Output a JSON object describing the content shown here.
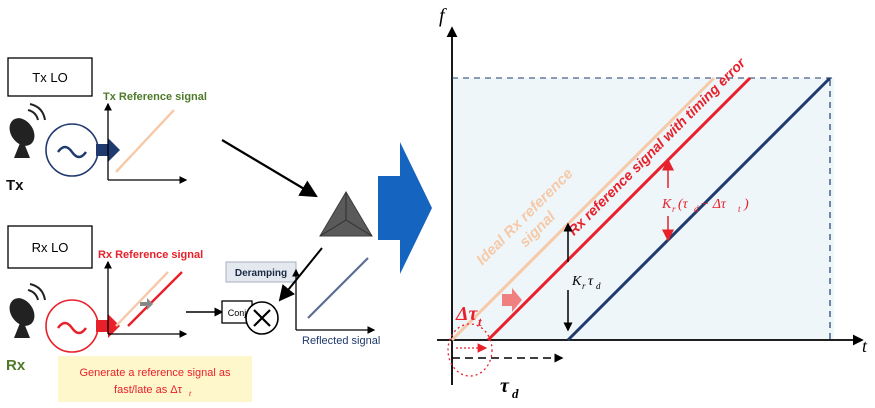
{
  "left": {
    "tx_lo": "Tx LO",
    "tx_ref": "Tx Reference signal",
    "tx_label": "Tx",
    "rx_lo": "Rx LO",
    "rx_ref": "Rx Reference signal",
    "rx_label": "Rx",
    "deramping": "Deramping",
    "conj": "Conj",
    "reflected": "Reflected signal",
    "note_line1": "Generate a reference signal as",
    "note_line2": "fast/late as Δτ",
    "note_sub": "t"
  },
  "right": {
    "axis_f": "f",
    "axis_t": "t",
    "ideal_line1": "Ideal Rx reference",
    "ideal_line2": "signal",
    "rx_error": "Rx reference signal with timing error",
    "delta_tau_t": "Δτ",
    "delta_tau_t_sub": "t",
    "tau_d": "τ",
    "tau_d_sub": "d",
    "kr_tau": "K",
    "kr_sub": "r",
    "kr_tau2": "τ",
    "kr_sub2": "d",
    "kr_diff": "K",
    "kr_diff_sub": "r",
    "kr_diff_rest": "(τ",
    "kr_diff_sub_d": "d",
    "kr_diff_mid": " − Δτ",
    "kr_diff_sub_t": "t",
    "kr_diff_close": ")"
  },
  "colors": {
    "tx_green": "#4e7a2a",
    "rx_red": "#e8202a",
    "navy": "#1f3a6e",
    "peach": "#f6c9a8",
    "arrow_blue": "#1565c0",
    "note_bg": "#fff7cc",
    "plot_bg": "#eef6fa"
  }
}
